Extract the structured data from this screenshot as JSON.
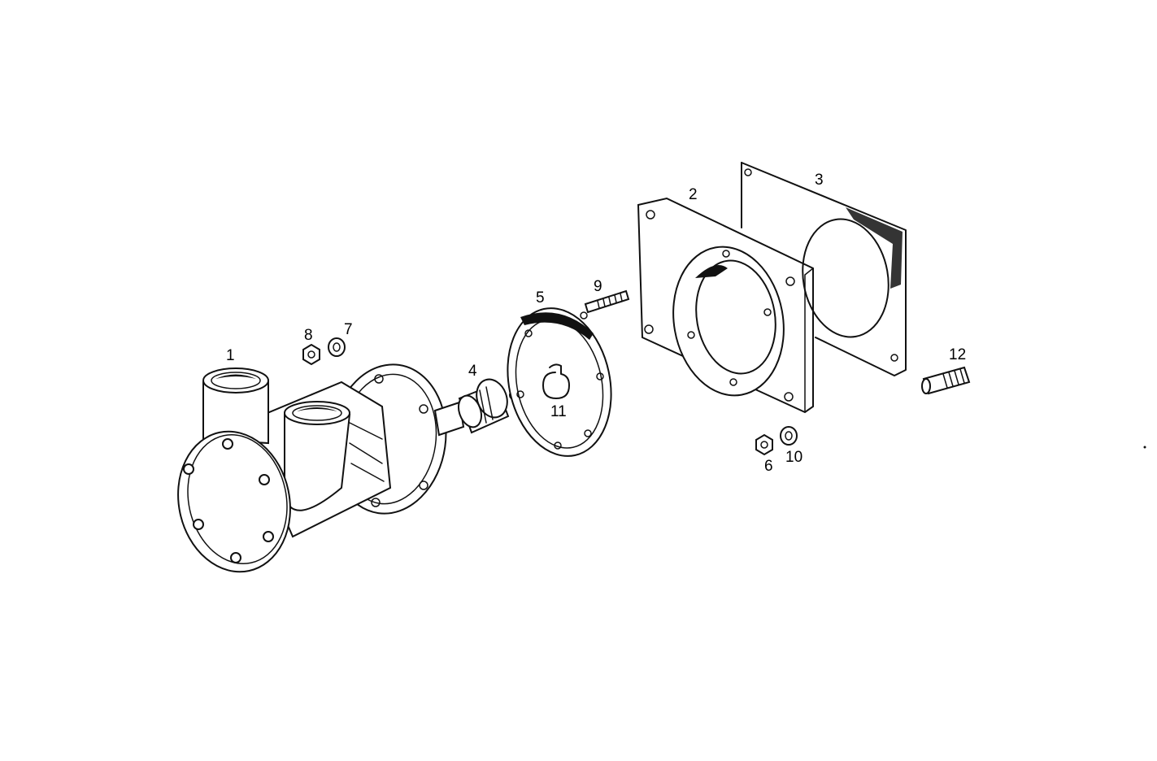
{
  "diagram": {
    "callouts": [
      {
        "id": "callout-1",
        "text": "1"
      },
      {
        "id": "callout-2",
        "text": "2"
      },
      {
        "id": "callout-3",
        "text": "3"
      },
      {
        "id": "callout-4",
        "text": "4"
      },
      {
        "id": "callout-5",
        "text": "5"
      },
      {
        "id": "callout-6",
        "text": "6"
      },
      {
        "id": "callout-7",
        "text": "7"
      },
      {
        "id": "callout-8",
        "text": "8"
      },
      {
        "id": "callout-9",
        "text": "9"
      },
      {
        "id": "callout-10",
        "text": "10"
      },
      {
        "id": "callout-11",
        "text": "11"
      },
      {
        "id": "callout-12",
        "text": "12"
      }
    ]
  }
}
